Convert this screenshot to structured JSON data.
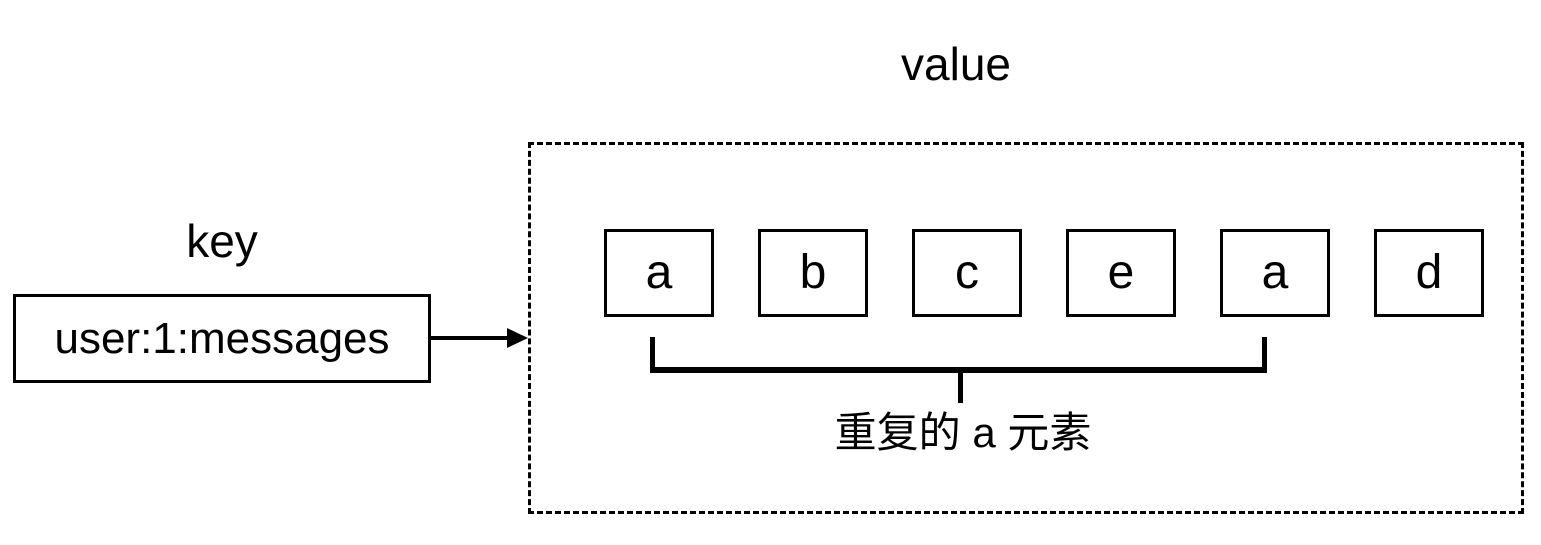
{
  "diagram": {
    "key": {
      "label": "key",
      "name": "user:1:messages"
    },
    "value": {
      "label": "value",
      "elements": [
        "a",
        "b",
        "c",
        "e",
        "a",
        "d"
      ],
      "duplicate_annotation": "重复的 a 元素",
      "duplicate_element": "a",
      "bracket_connects_element_indices": [
        0,
        4
      ]
    },
    "colors": {
      "line": "#000000",
      "background": "#ffffff"
    }
  }
}
